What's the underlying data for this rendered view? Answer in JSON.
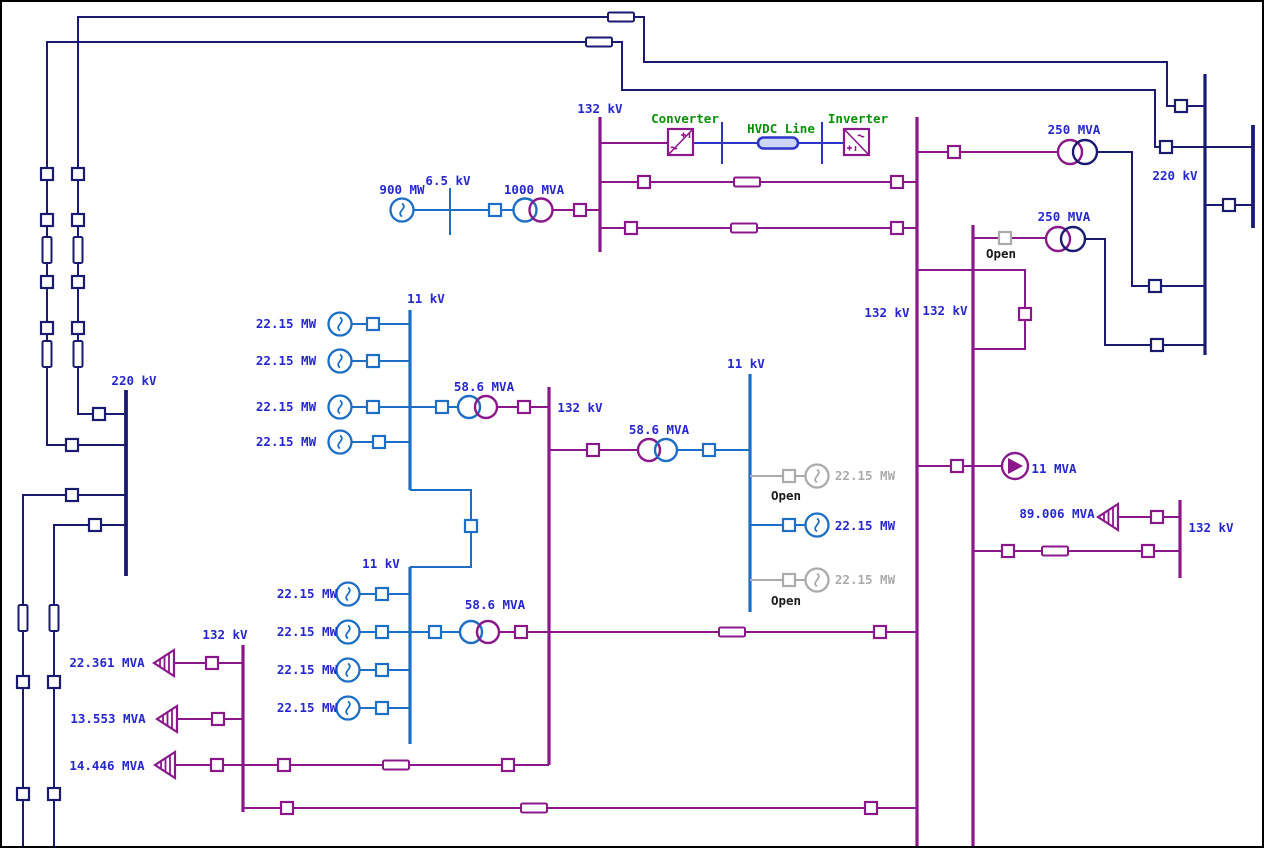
{
  "colors": {
    "network_220kv": "#1a1a70",
    "network_132kv": "#8b188b",
    "network_11kv": "#1d6fc5",
    "label_text": "#2727cf",
    "hvdc_label_text": "#089008",
    "open_equipment_gray": "#ababab",
    "open_text": "#1a1a1a",
    "background": "#ffffff"
  },
  "hvdc": {
    "converter": "Converter",
    "line": "HVDC Line",
    "inverter": "Inverter"
  },
  "bus_labels": {
    "hvdc_sending_132": "132 kV",
    "gen_65": "6.5 kV",
    "right_220": "220 kV",
    "left_220": "220 kV",
    "center_132_a": "132 kV",
    "center_132_b": "132 kV",
    "north_11": "11 kV",
    "north_132": "132 kV",
    "east_11": "11 kV",
    "south_11": "11 kV",
    "south_132": "132 kV",
    "load_east_132": "132 kV"
  },
  "generators": {
    "main": "900 MW",
    "north_units": [
      "22.15 MW",
      "22.15 MW",
      "22.15 MW",
      "22.15 MW"
    ],
    "south_units": [
      "22.15 MW",
      "22.15 MW",
      "22.15 MW",
      "22.15 MW"
    ],
    "east_units": [
      {
        "label": "22.15 MW",
        "status": "Open"
      },
      {
        "label": "22.15 MW",
        "status": ""
      },
      {
        "label": "22.15 MW",
        "status": "Open"
      }
    ]
  },
  "transformers": {
    "gsu_1000": "1000 MVA",
    "tie_250_a": "250 MVA",
    "tie_250_b": {
      "label": "250 MVA",
      "status": "Open"
    },
    "north_586": "58.6 MVA",
    "east_586": "58.6 MVA",
    "south_586": "58.6 MVA"
  },
  "loads": {
    "load_a": "22.361 MVA",
    "load_b": "13.553 MVA",
    "load_c": "14.446 MVA",
    "load_d": "89.006 MVA",
    "motor": "11 MVA"
  }
}
